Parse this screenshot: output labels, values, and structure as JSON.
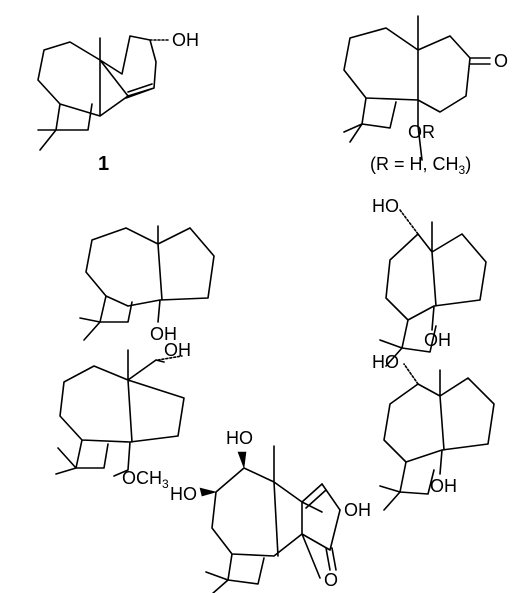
{
  "figure": {
    "compound_label": "1",
    "r_definition": "(R = H, CH",
    "r_subscript": "3",
    "r_close": ")",
    "labels": {
      "hydroxyl": "OH",
      "hydroxyl_left": "HO",
      "oxo": "O",
      "alkoxy": "OR",
      "methoxy": "OCH",
      "methoxy_sub": "3"
    }
  }
}
